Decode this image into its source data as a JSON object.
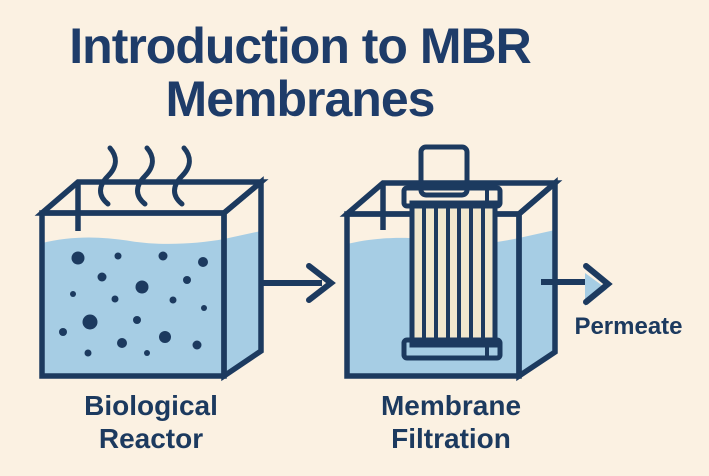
{
  "title": "Introduction to MBR\nMembranes",
  "diagram": {
    "biological_reactor": {
      "label": "Biological\nReactor"
    },
    "membrane_filtration": {
      "label": "Membrane\nFiltration"
    },
    "permeate_label": "Permeate",
    "flow_sequence": [
      "Biological Reactor",
      "Membrane Filtration",
      "Permeate"
    ]
  },
  "icons": {
    "steam": "three wavy vertical lines above reactor",
    "biomass": "scattered navy dots in reactor water",
    "membrane_module": "striped cartridge with top handle",
    "flow_arrow": "open chevron arrow",
    "permeate_arrow": "chevron arrow with light blue fill"
  },
  "theme": {
    "bg": "#FBF1E2",
    "navy": "#1C3A5F",
    "titleNavy": "#1E3C69",
    "water": "#A6CDE4",
    "cream": "#F0E7CE"
  }
}
